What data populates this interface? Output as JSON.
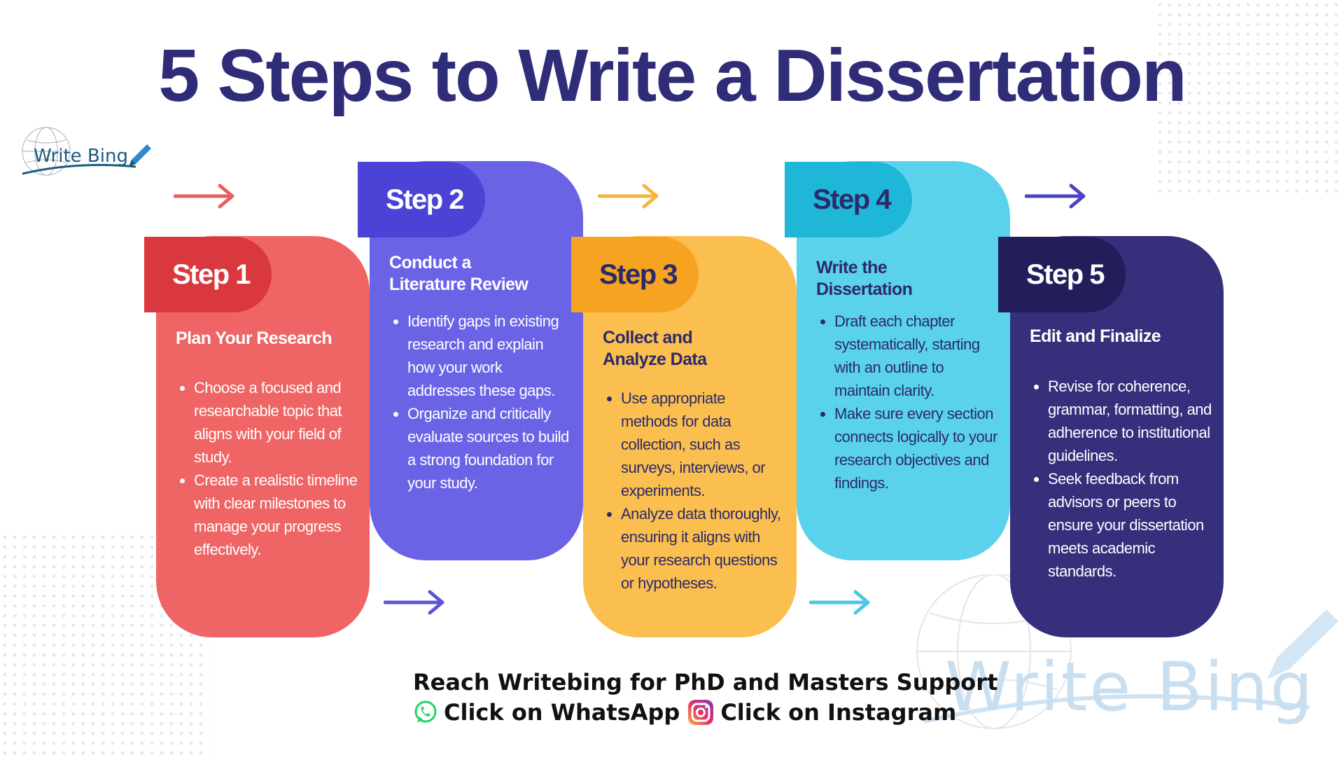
{
  "title": "5 Steps to Write a Dissertation",
  "brand": {
    "logo_text": "Write Bing",
    "watermark_text": "Write Bing"
  },
  "colors": {
    "step1": "#ef6464",
    "step2": "#6b63e6",
    "step3": "#fbbf4f",
    "step4": "#5ad2ec",
    "step5": "#352f7c",
    "title": "#2f2c78"
  },
  "steps": [
    {
      "label": "Step 1",
      "heading": "Plan Your Research",
      "bullets": [
        "Choose a focused and researchable topic that aligns with your field of study.",
        "Create a realistic timeline with clear milestones to manage your progress effectively."
      ]
    },
    {
      "label": "Step 2",
      "heading": "Conduct a Literature Review",
      "bullets": [
        "Identify gaps in existing research and explain how your work addresses these gaps.",
        "Organize and critically evaluate sources to build a strong foundation for your study."
      ]
    },
    {
      "label": "Step 3",
      "heading": "Collect and Analyze Data",
      "bullets": [
        "Use appropriate methods for data collection, such as surveys, interviews, or experiments.",
        "Analyze data thoroughly, ensuring it aligns with your research questions or hypotheses."
      ]
    },
    {
      "label": "Step 4",
      "heading": "Write the Dissertation",
      "bullets": [
        "Draft each chapter systematically, starting with an outline to maintain clarity.",
        "Make sure every section connects logically to your research objectives and findings."
      ]
    },
    {
      "label": "Step 5",
      "heading": "Edit and Finalize",
      "bullets": [
        "Revise for coherence, grammar, formatting, and adherence to institutional guidelines.",
        "Seek feedback from advisors or peers to ensure your dissertation meets academic standards."
      ]
    }
  ],
  "cta": {
    "line1": "Reach Writebing for PhD and Masters Support",
    "whatsapp": "Click on WhatsApp",
    "instagram": "Click on Instagram"
  }
}
